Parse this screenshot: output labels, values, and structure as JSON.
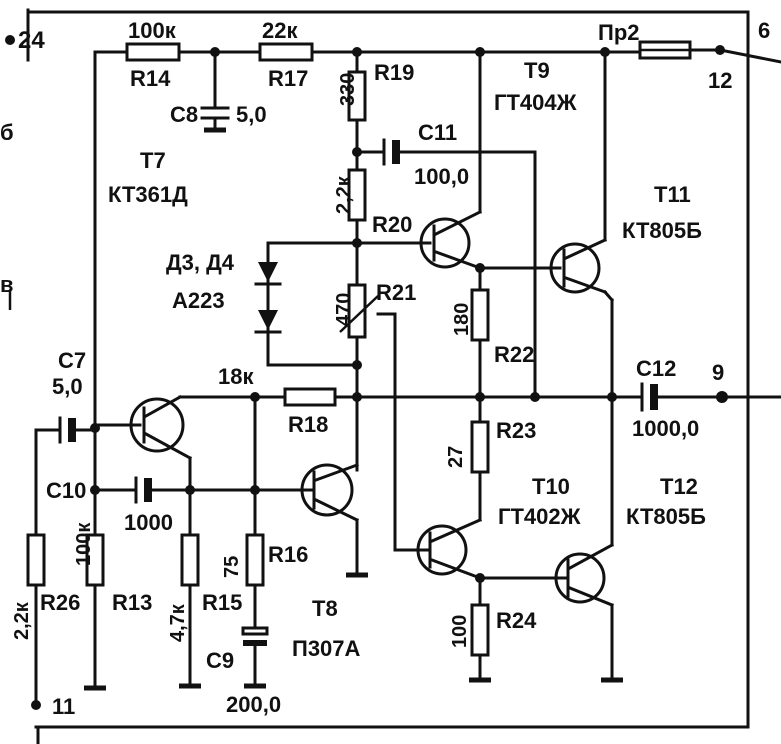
{
  "terminals": {
    "t24": "24",
    "t6": "6",
    "t12": "12",
    "t9": "9",
    "t11": "11"
  },
  "fuse": {
    "label": "Пр2"
  },
  "resistors": {
    "r14": {
      "ref": "R14",
      "value": "100к"
    },
    "r17": {
      "ref": "R17",
      "value": "22к"
    },
    "r19": {
      "ref": "R19",
      "value": "330"
    },
    "r20": {
      "ref": "R20",
      "value": "2,2к"
    },
    "r21": {
      "ref": "R21",
      "value": "470"
    },
    "r22": {
      "ref": "R22",
      "value": "180"
    },
    "r23": {
      "ref": "R23",
      "value": "27"
    },
    "r24": {
      "ref": "R24",
      "value": "100"
    },
    "r18": {
      "ref": "R18",
      "value": "18к"
    },
    "r13": {
      "ref": "R13",
      "value": "100к"
    },
    "r15": {
      "ref": "R15",
      "value": "4,7к"
    },
    "r16": {
      "ref": "R16",
      "value": "75"
    },
    "r26": {
      "ref": "R26",
      "value": "2,2к"
    }
  },
  "capacitors": {
    "c8": {
      "ref": "C8",
      "value": "5,0"
    },
    "c11": {
      "ref": "C11",
      "value": "100,0"
    },
    "c7": {
      "ref": "C7",
      "value": "5,0"
    },
    "c10": {
      "ref": "C10",
      "value": "1000"
    },
    "c9": {
      "ref": "C9",
      "value": "200,0"
    },
    "c12": {
      "ref": "C12",
      "value": "1000,0"
    }
  },
  "transistors": {
    "t7": {
      "ref": "T7",
      "type": "КТ361Д"
    },
    "t8": {
      "ref": "T8",
      "type": "П307А"
    },
    "t9": {
      "ref": "T9",
      "type": "ГТ404Ж"
    },
    "t10": {
      "ref": "T10",
      "type": "ГТ402Ж"
    },
    "t11": {
      "ref": "T11",
      "type": "КТ805Б"
    },
    "t12": {
      "ref": "T12",
      "type": "КТ805Б"
    }
  },
  "diodes": {
    "ref": "Д3, Д4",
    "type": "А223"
  },
  "edge_fragments": {
    "left1": "б",
    "left2": "в"
  }
}
